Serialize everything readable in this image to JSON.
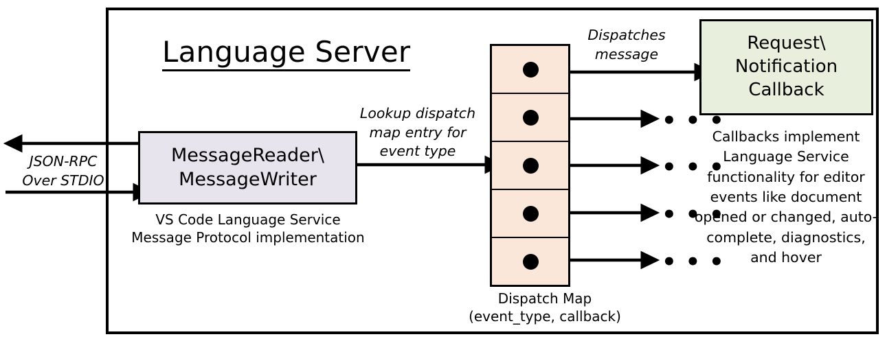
{
  "diagram": {
    "title": "Language Server",
    "colors": {
      "background": "#ffffff",
      "stroke": "#000000",
      "reader_writer_fill": "#E8E4EE",
      "dispatch_map_fill": "#FBE7DA",
      "callback_fill": "#E9EFDD"
    }
  },
  "nodes": {
    "reader_writer": {
      "label": "MessageReader\\\nMessageWriter",
      "caption": "VS Code Language Service\nMessage Protocol implementation"
    },
    "dispatch_map": {
      "caption": "Dispatch Map\n(event_type, callback)",
      "row_count": 5,
      "rows": [
        {
          "index": 1,
          "has_dot": true,
          "target": "callback-box"
        },
        {
          "index": 2,
          "has_dot": true,
          "target": "ellipsis"
        },
        {
          "index": 3,
          "has_dot": true,
          "target": "ellipsis"
        },
        {
          "index": 4,
          "has_dot": true,
          "target": "ellipsis"
        },
        {
          "index": 5,
          "has_dot": true,
          "target": "ellipsis"
        }
      ]
    },
    "callback": {
      "label": "Request\\\nNotification\nCallback",
      "description": "Callbacks implement Language Service functionality for editor events like document opened or changed, auto-complete, diagnostics, and hover"
    }
  },
  "edges": {
    "stdio": {
      "label": "JSON-RPC\nOver STDIO"
    },
    "lookup": {
      "label": "Lookup dispatch\nmap entry for\nevent type"
    },
    "dispatches": {
      "label": "Dispatches\nmessage"
    }
  },
  "ellipsis": {
    "glyph": "• • •"
  }
}
